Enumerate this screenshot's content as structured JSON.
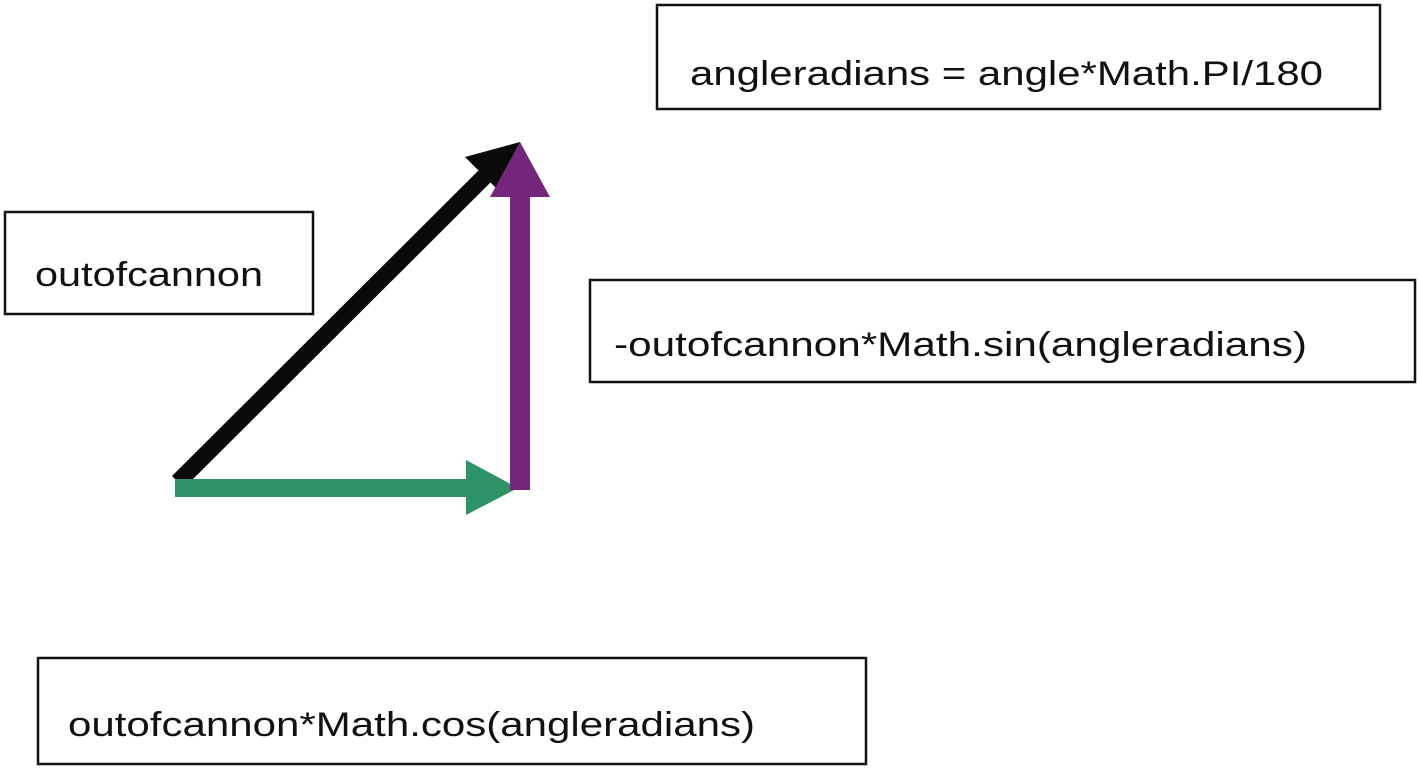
{
  "labels": {
    "angle_conversion": "angleradians = angle*Math.PI/180",
    "magnitude": "outofcannon",
    "vertical_component": "-outofcannon*Math.sin(angleradians)",
    "horizontal_component": "outofcannon*Math.cos(angleradians)"
  },
  "colors": {
    "resultant": "#0a0a0a",
    "horizontal": "#2e9466",
    "vertical": "#74267a"
  }
}
